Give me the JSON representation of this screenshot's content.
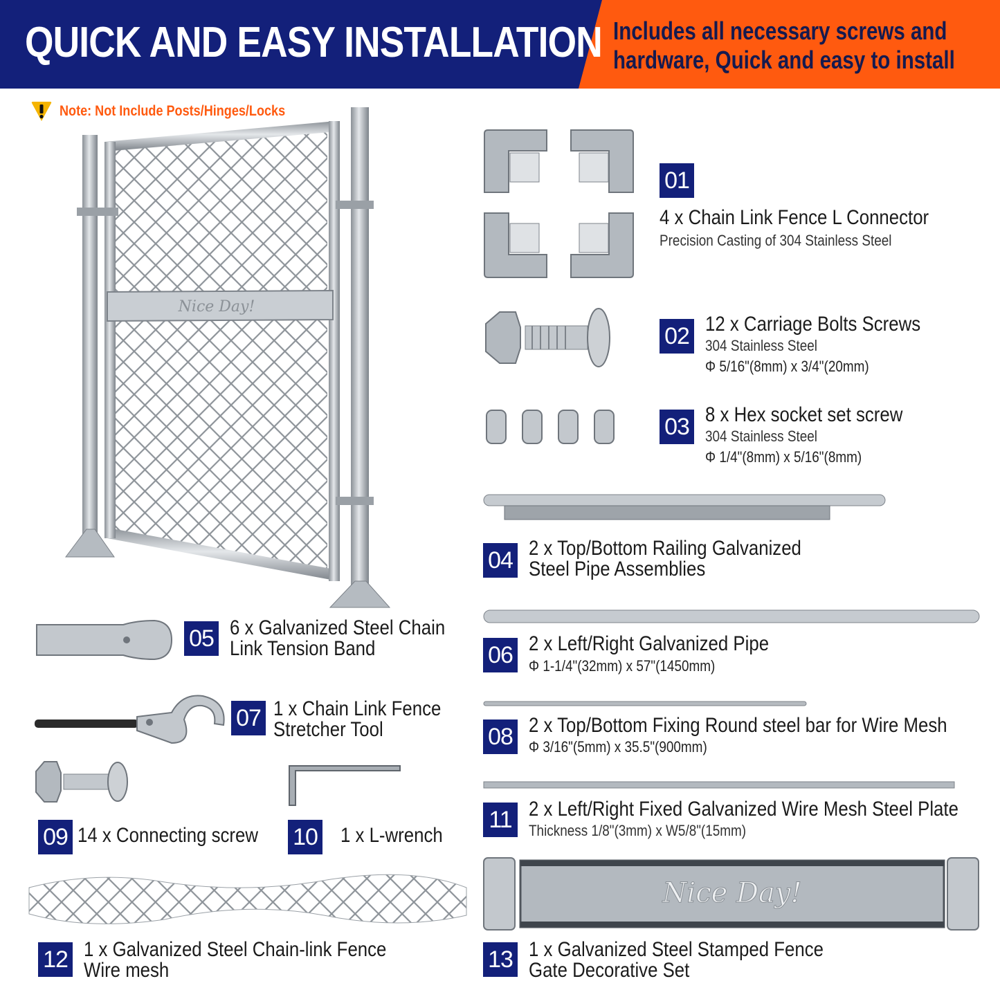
{
  "header": {
    "title": "QUICK AND EASY INSTALLATION",
    "subtitle_line1": "Includes all necessary screws and",
    "subtitle_line2": "hardware, Quick and easy to install"
  },
  "note": {
    "text": "Note: Not Include Posts/Hinges/Locks",
    "icon": "warning-icon"
  },
  "gate_branding": "Nice Day!",
  "colors": {
    "navy": "#13207a",
    "orange": "#ff5a0f",
    "steel": "#b9bfc5"
  },
  "items": [
    {
      "num": "01",
      "title": "4 x Chain Link Fence L Connector",
      "sub": "Precision Casting of 304 Stainless Steel"
    },
    {
      "num": "02",
      "title": "12 x Carriage Bolts Screws",
      "sub": "304 Stainless Steel",
      "dim": "Φ 5/16\"(8mm) x 3/4\"(20mm)"
    },
    {
      "num": "03",
      "title": "8 x Hex socket set screw",
      "sub": "304 Stainless Steel",
      "dim": "Φ 1/4\"(8mm) x 5/16\"(8mm)"
    },
    {
      "num": "04",
      "title_line1": "2 x Top/Bottom Railing Galvanized",
      "title_line2": "Steel Pipe Assemblies"
    },
    {
      "num": "05",
      "title_line1": "6 x Galvanized Steel Chain",
      "title_line2": "Link Tension Band"
    },
    {
      "num": "06",
      "title": "2 x Left/Right Galvanized Pipe",
      "dim": "Φ 1-1/4\"(32mm) x 57\"(1450mm)"
    },
    {
      "num": "07",
      "title_line1": "1 x Chain Link Fence",
      "title_line2": "Stretcher Tool"
    },
    {
      "num": "08",
      "title": "2 x Top/Bottom Fixing Round steel bar for Wire Mesh",
      "dim": "Φ 3/16\"(5mm) x 35.5\"(900mm)"
    },
    {
      "num": "09",
      "title": "14 x Connecting screw"
    },
    {
      "num": "10",
      "title": "1 x L-wrench"
    },
    {
      "num": "11",
      "title": "2 x Left/Right Fixed Galvanized Wire Mesh Steel Plate",
      "sub": "Thickness 1/8\"(3mm) x W5/8\"(15mm)"
    },
    {
      "num": "12",
      "title_line1": "1 x Galvanized Steel Chain-link Fence",
      "title_line2": "Wire mesh"
    },
    {
      "num": "13",
      "title_line1": "1 x Galvanized Steel Stamped Fence",
      "title_line2": "Gate Decorative Set"
    }
  ]
}
